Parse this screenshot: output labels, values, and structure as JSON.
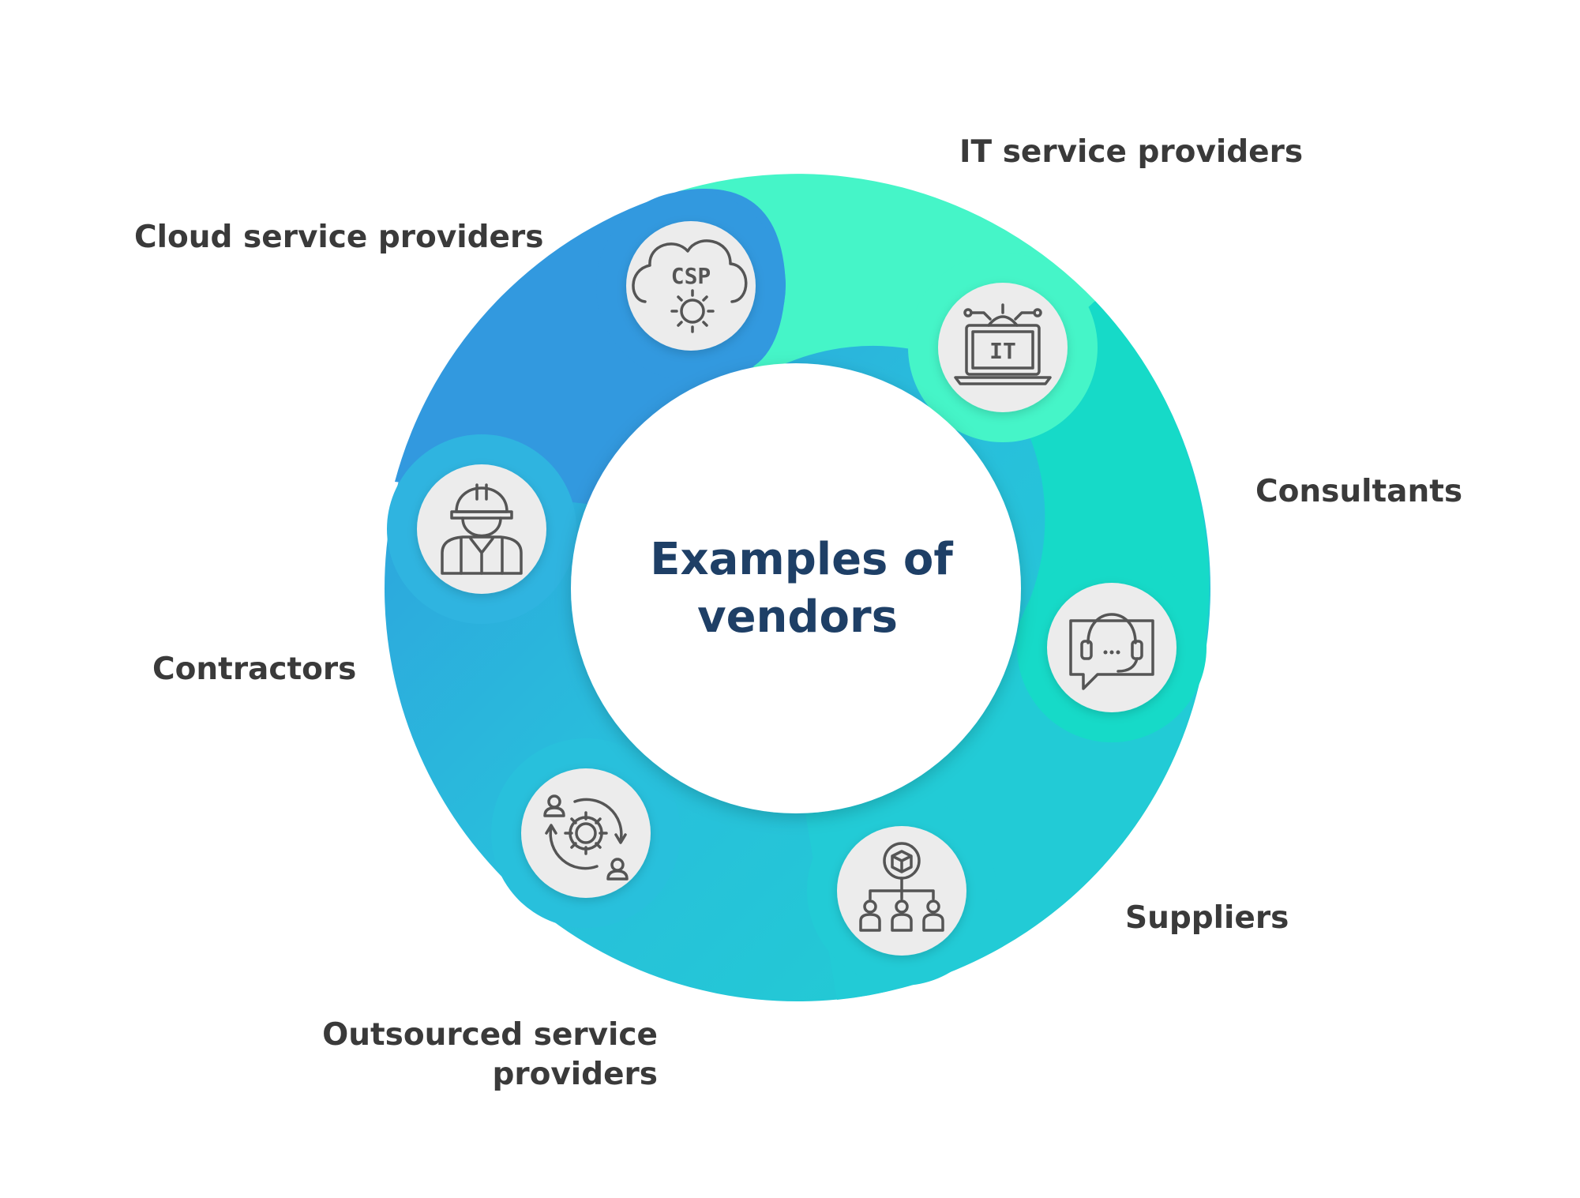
{
  "center": {
    "line1": "Examples of",
    "line2": "vendors"
  },
  "segments": [
    {
      "id": "cloud",
      "label": "Cloud service providers",
      "icon": "cloud-csp-icon",
      "icon_text": "CSP",
      "color": "#3299df"
    },
    {
      "id": "it",
      "label": "IT service providers",
      "icon": "laptop-it-icon",
      "icon_text": "IT",
      "color": "#45f5c8"
    },
    {
      "id": "consultants",
      "label": "Consultants",
      "icon": "headset-chat-icon",
      "color": "#16dac8"
    },
    {
      "id": "suppliers",
      "label": "Suppliers",
      "icon": "supply-hierarchy-icon",
      "color": "#22cbd6"
    },
    {
      "id": "outsourced",
      "label_line1": "Outsourced service",
      "label_line2": "providers",
      "icon": "gear-exchange-icon",
      "color": "#28c0dc"
    },
    {
      "id": "contractors",
      "label": "Contractors",
      "icon": "construction-worker-icon",
      "color": "#2fb4e0"
    }
  ],
  "colors": {
    "center_text": "#1e3f66",
    "label_text": "#3a3a3a",
    "icon_bg": "#ececec",
    "icon_stroke": "#555555"
  }
}
